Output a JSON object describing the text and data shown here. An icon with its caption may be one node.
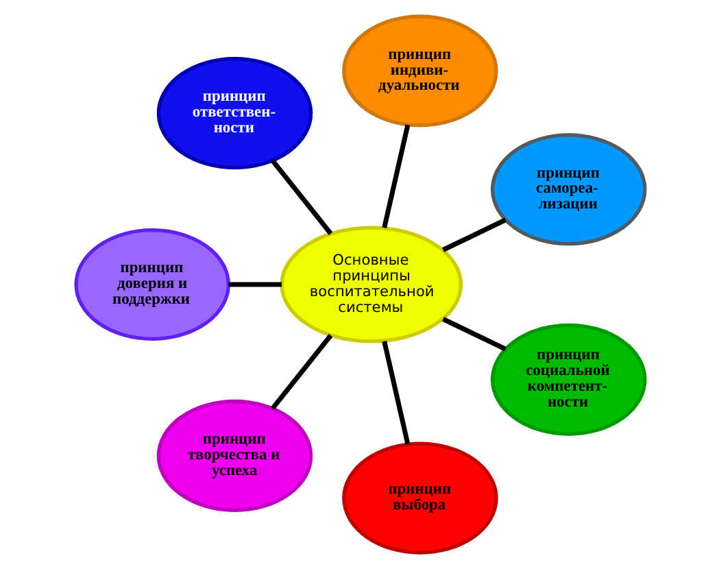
{
  "diagram": {
    "nodes": [
      {
        "text": [
          "Основные принципы воспитательной системы"
        ]
      },
      {
        "text": [
          "принцип индиви- дуальности"
        ]
      },
      {
        "text": [
          "принцип самореа- лизации"
        ]
      },
      {
        "text": [
          "принцип социальной компетент- ности"
        ]
      },
      {
        "text": [
          "принцип выбора"
        ]
      },
      {
        "text": [
          "принцип творчества и успеха"
        ]
      },
      {
        "text": [
          "принцип доверия и поддержки"
        ]
      },
      {
        "text": [
          "принцип ответствен- ности"
        ]
      }
    ],
    "edges": [
      {
        "from": 0,
        "to": 1,
        "arrow": "none"
      },
      {
        "from": 0,
        "to": 2,
        "arrow": "none"
      },
      {
        "from": 0,
        "to": 3,
        "arrow": "none"
      },
      {
        "from": 0,
        "to": 4,
        "arrow": "none"
      },
      {
        "from": 0,
        "to": 5,
        "arrow": "none"
      },
      {
        "from": 0,
        "to": 6,
        "arrow": "none"
      },
      {
        "from": 0,
        "to": 7,
        "arrow": "none"
      }
    ]
  }
}
